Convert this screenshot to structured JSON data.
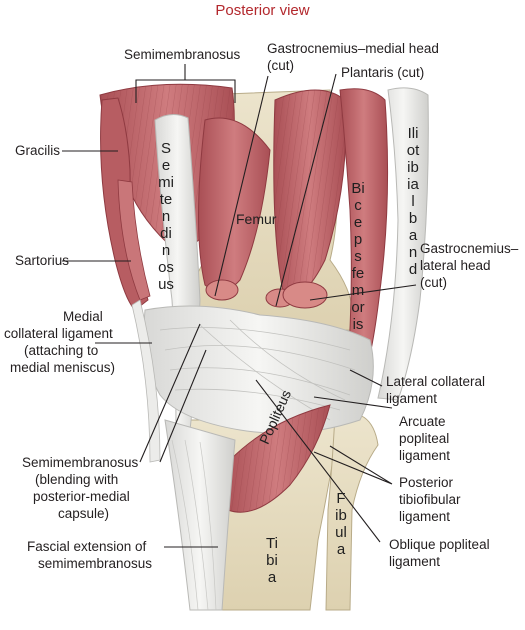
{
  "title": "Posterior view",
  "labels": {
    "semimembranosus": "Semimembranosus",
    "gastroc_medial": "Gastrocnemius–medial head",
    "gastroc_medial_cut": "(cut)",
    "plantaris": "Plantaris (cut)",
    "gracilis": "Gracilis",
    "sartorius": "Sartorius",
    "medial_collateral": [
      "Medial",
      "collateral ligament",
      "(attaching to",
      "medial meniscus)"
    ],
    "gastroc_lateral": [
      "Gastrocnemius–",
      "lateral head",
      "(cut)"
    ],
    "lateral_collateral": [
      "Lateral collateral",
      "ligament"
    ],
    "arcuate": [
      "Arcuate",
      "popliteal",
      "ligament"
    ],
    "semimembranosus_blend": [
      "Semimembranosus",
      "(blending with",
      "posterior-medial",
      "capsule)"
    ],
    "posterior_tibiofibular": [
      "Posterior",
      "tibiofibular",
      "ligament"
    ],
    "fascial_extension": [
      "Fascial extension of",
      "semimembranosus"
    ],
    "oblique_popliteal": [
      "Oblique popliteal",
      "ligament"
    ]
  },
  "structure_labels": {
    "femur": "Femur",
    "semitendinosus": "Semitendinosus",
    "biceps_femoris": "Biceps femoris",
    "iliotibial_band": "Iliotibial band",
    "popliteus": "Popliteus",
    "tibia": "Tibia",
    "fibula": "Fibula"
  },
  "colors": {
    "title": "#b3282d",
    "muscle": "#c0666a",
    "muscle_dark": "#a24a50",
    "tendon": "#e9e8e4",
    "bone": "#e6dcc0",
    "leader": "#231f20"
  }
}
